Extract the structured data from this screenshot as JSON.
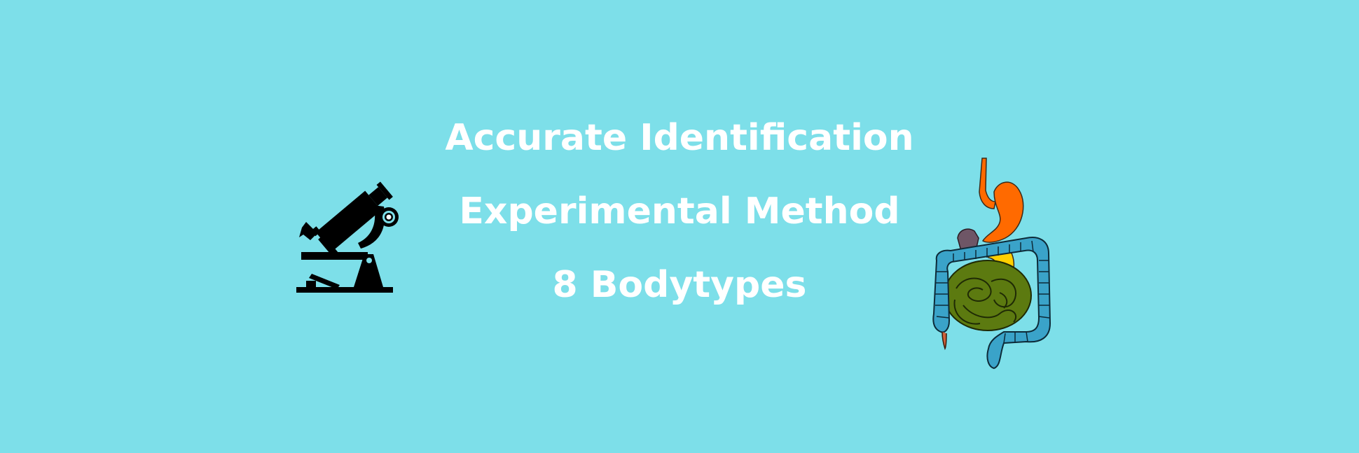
{
  "banner": {
    "lines": [
      "Accurate Identification",
      "Experimental Method",
      "8 Bodytypes"
    ],
    "background_color": "#7ddfe9",
    "text_color": "#ffffff",
    "left_icon": "microscope-icon",
    "right_icon": "digestive-system-icon"
  }
}
